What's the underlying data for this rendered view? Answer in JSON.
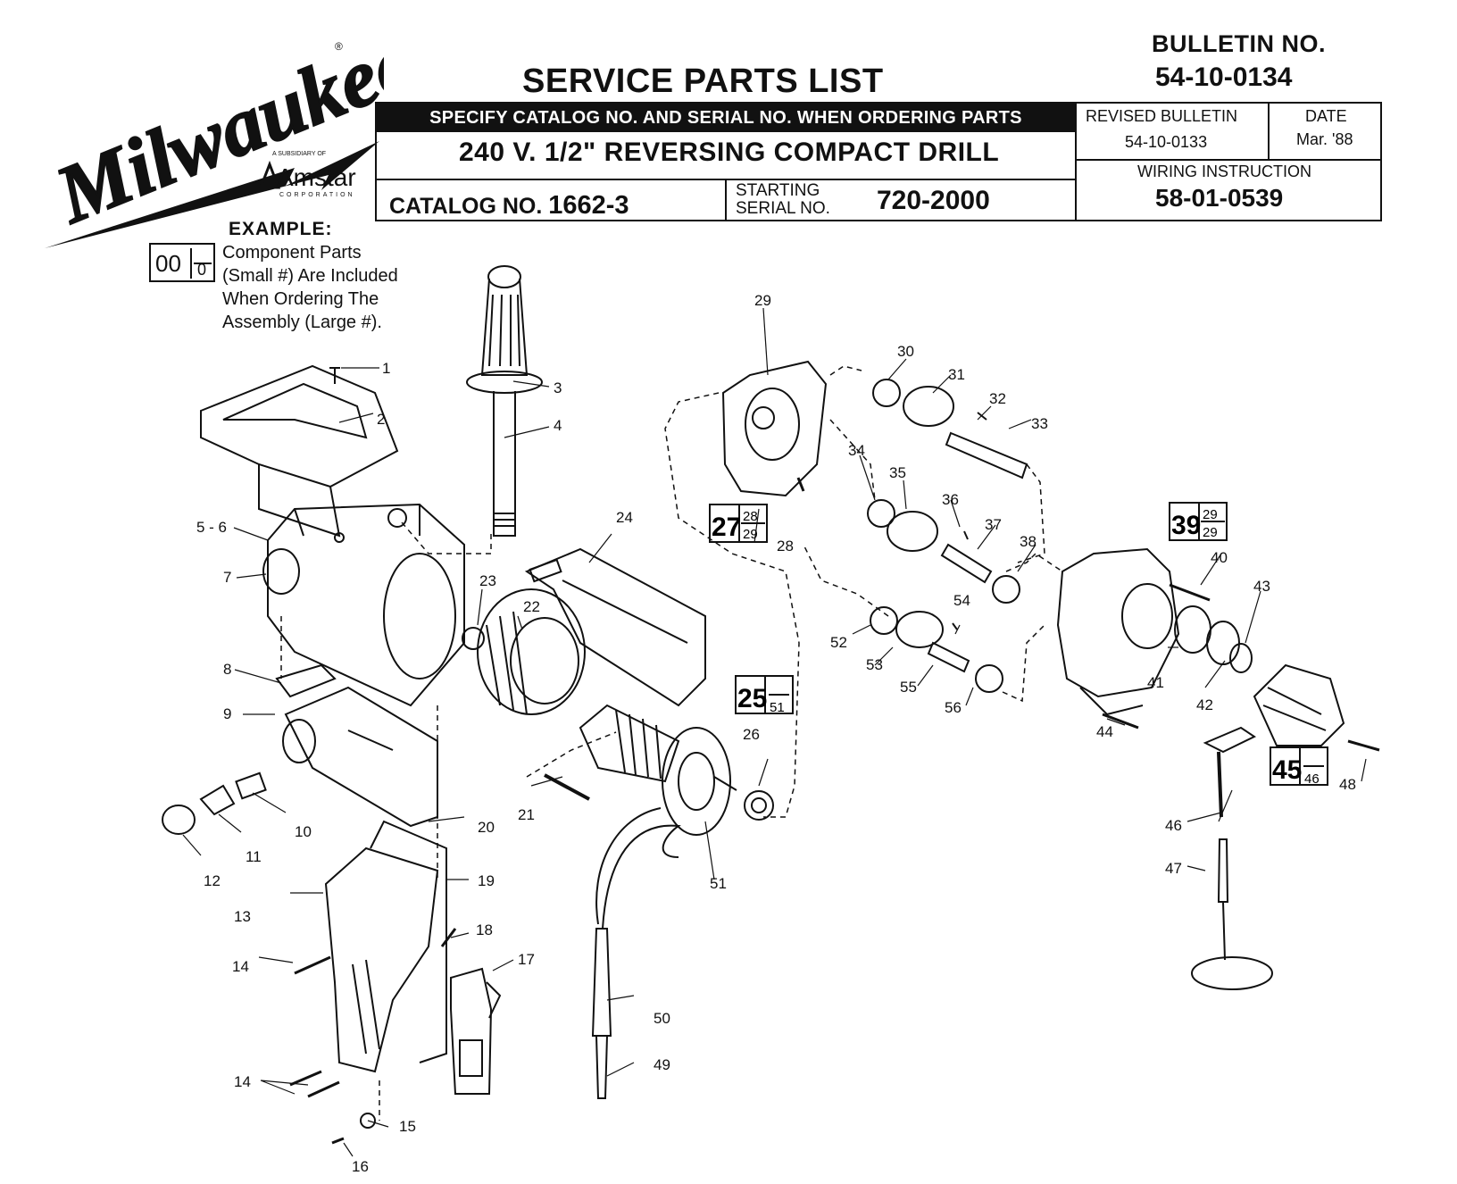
{
  "header": {
    "brand": "Milwaukee",
    "subsidiary": "A SUBSIDIARY OF",
    "parent": "Amstar",
    "parent_sub": "CORPORATION",
    "title": "SERVICE PARTS LIST",
    "bulletin_label": "BULLETIN NO.",
    "bulletin_no": "54-10-0134",
    "order_banner": "SPECIFY CATALOG NO. AND SERIAL NO. WHEN ORDERING PARTS",
    "product": "240 V. 1/2\" REVERSING COMPACT DRILL",
    "catalog_label": "CATALOG NO.",
    "catalog_no": "1662-3",
    "starting_label_1": "STARTING",
    "starting_label_2": "SERIAL NO.",
    "serial_no": "720-2000",
    "revised_label": "REVISED BULLETIN",
    "revised_no": "54-10-0133",
    "date_label": "DATE",
    "date": "Mar. '88",
    "wiring_label": "WIRING INSTRUCTION",
    "wiring_no": "58-01-0539"
  },
  "example": {
    "title": "EXAMPLE:",
    "big": "00",
    "small": "0",
    "lines": [
      "Component Parts",
      "(Small #) Are Included",
      "When Ordering The",
      "Assembly (Large #)."
    ]
  },
  "parts": {
    "p1": "1",
    "p2": "2",
    "p3": "3",
    "p4": "4",
    "p56": "5 - 6",
    "p7": "7",
    "p8": "8",
    "p9": "9",
    "p10": "10",
    "p11": "11",
    "p12": "12",
    "p13": "13",
    "p14a": "14",
    "p14b": "14",
    "p15": "15",
    "p16": "16",
    "p17": "17",
    "p18": "18",
    "p19": "19",
    "p20": "20",
    "p21": "21",
    "p22": "22",
    "p23": "23",
    "p24": "24",
    "p26": "26",
    "p28": "28",
    "p29": "29",
    "p30": "30",
    "p31": "31",
    "p32": "32",
    "p33": "33",
    "p34": "34",
    "p35": "35",
    "p36": "36",
    "p37": "37",
    "p38": "38",
    "p40": "40",
    "p41": "41",
    "p42": "42",
    "p43": "43",
    "p44": "44",
    "p46": "46",
    "p47": "47",
    "p48": "48",
    "p49": "49",
    "p50": "50",
    "p51": "51",
    "p52": "52",
    "p53": "53",
    "p54": "54",
    "p55": "55",
    "p56n": "56"
  },
  "assemblies": {
    "a27": {
      "big": "27",
      "s1": "28",
      "s2": "29"
    },
    "a39": {
      "big": "39",
      "s1": "29",
      "s2": "29"
    },
    "a25": {
      "big": "25",
      "s1": "51"
    },
    "a45": {
      "big": "45",
      "s1": "46"
    }
  }
}
